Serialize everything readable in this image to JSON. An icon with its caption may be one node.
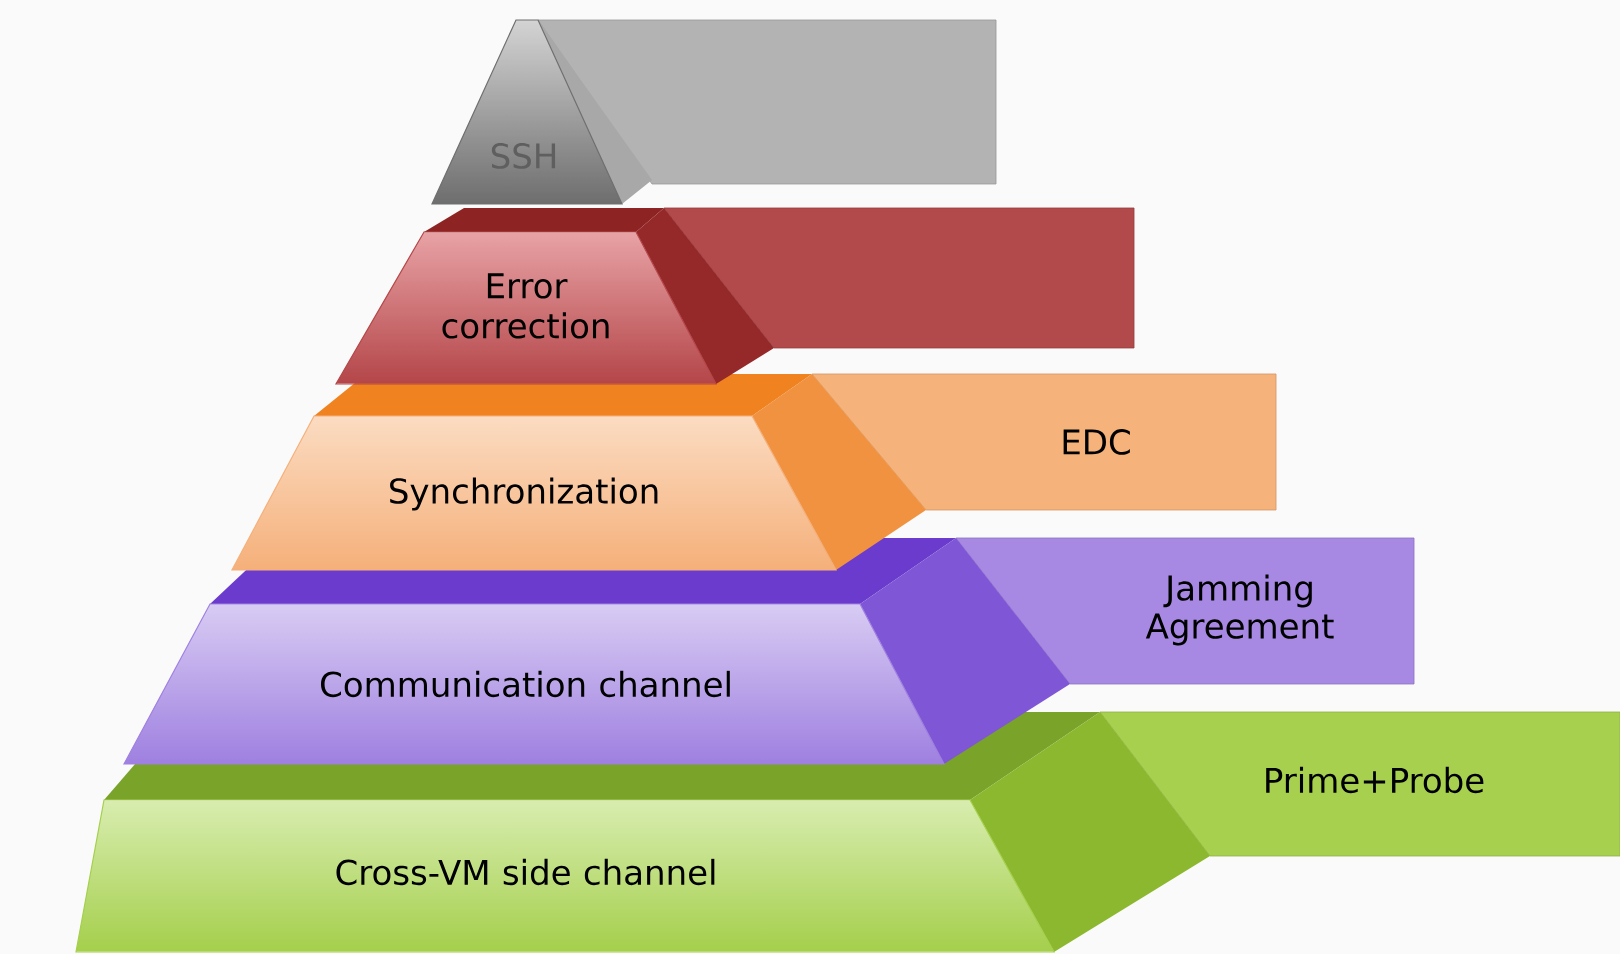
{
  "diagram": {
    "nodes": [
      {
        "text": [
          "SSH"
        ]
      },
      {
        "text": [],
        "shape": "bar"
      },
      {
        "text": [
          "Error correction"
        ]
      },
      {
        "text": [],
        "shape": "bar"
      },
      {
        "text": [
          "Synchronization"
        ]
      },
      {
        "text": [
          "EDC"
        ]
      },
      {
        "text": [
          "Communication channel"
        ]
      },
      {
        "text": [
          "Jamming Agreement"
        ]
      },
      {
        "text": [
          "Cross-VM side channel"
        ]
      },
      {
        "text": [
          "Prime+Probe"
        ]
      }
    ]
  }
}
